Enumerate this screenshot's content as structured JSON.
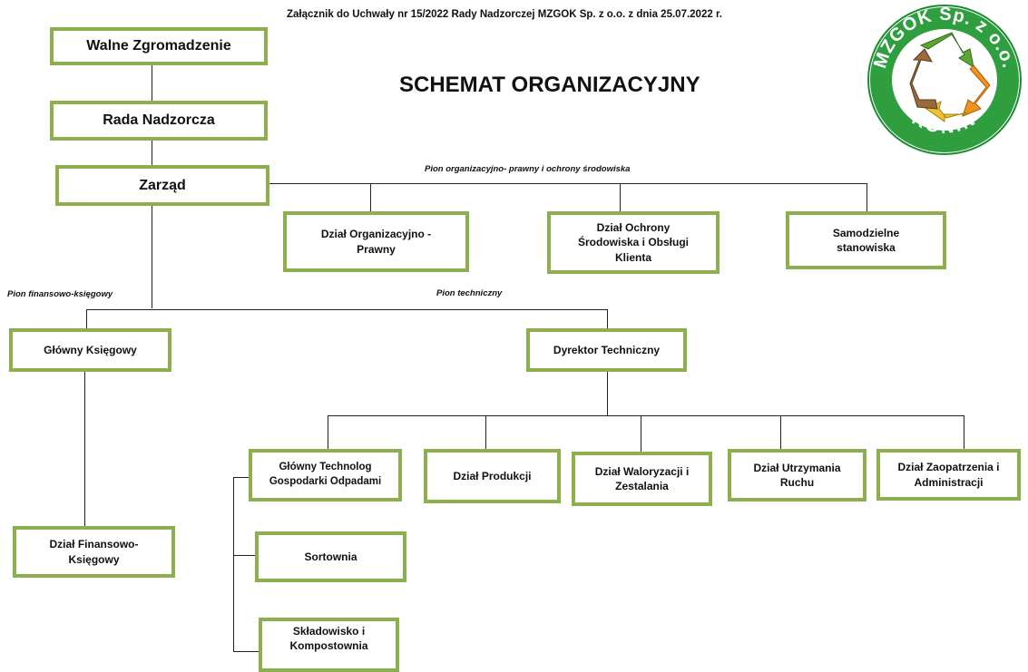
{
  "header": {
    "annex_text": "Załącznik do Uchwały nr 15/2022 Rady Nadzorczej MZGOK Sp. z o.o. z dnia 25.07.2022 r.",
    "title": "SCHEMAT ORGANIZACYJNY"
  },
  "logo": {
    "top_text": "MZGOK Sp. z o.o.",
    "bottom_text": "KONIN",
    "colors": {
      "ring": "#2e9e3f",
      "green": "#5aa832",
      "orange": "#f0921e",
      "yellow": "#f2c12e",
      "brown": "#9a6a3c",
      "dark_brown": "#7a4a2a"
    }
  },
  "pion_labels": {
    "organizacyjno_prawny": "Pion  organizacyjno- prawny i ochrony środowiska",
    "finansowo_ksiegowy": "Pion  finansowo-księgowy",
    "techniczny": "Pion  techniczny"
  },
  "nodes": {
    "walne_zgromadzenie": "Walne Zgromadzenie",
    "rada_nadzorcza": "Rada Nadzorcza",
    "zarzad": "Zarząd",
    "dzial_organizacyjno_prawny": "Dział Organizacyjno - Prawny",
    "dzial_ochrony_srodowiska": "Dział Ochrony Środowiska i Obsługi Klienta",
    "samodzielne_stanowiska": "Samodzielne stanowiska",
    "glowny_ksiegowy": "Główny Księgowy",
    "dzial_finansowo_ksiegowy": "Dział Finansowo-Księgowy",
    "dyrektor_techniczny": "Dyrektor Techniczny",
    "glowny_technolog": "Główny Technolog Gospodarki Odpadami",
    "dzial_produkcji": "Dział Produkcji",
    "dzial_waloryzacji": "Dział Waloryzacji i Zestalania",
    "dzial_utrzymania_ruchu": "Dział Utrzymania Ruchu",
    "dzial_zaopatrzenia": "Dział Zaopatrzenia i Administracji",
    "sortownia": "Sortownia",
    "skladowisko": "Składowisko i Kompostownia"
  }
}
